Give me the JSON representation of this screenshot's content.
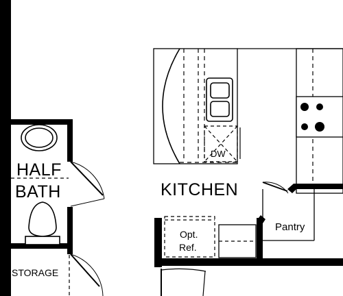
{
  "colors": {
    "wall": "#000000",
    "line": "#000000",
    "background": "#ffffff"
  },
  "rooms": {
    "half_bath": {
      "line1": "HALF",
      "line2": "BATH"
    },
    "storage": "STORAGE",
    "kitchen": "KITCHEN",
    "pantry": "Pantry",
    "opt_ref": {
      "line1": "Opt.",
      "line2": "Ref."
    },
    "dishwasher": "DW"
  }
}
